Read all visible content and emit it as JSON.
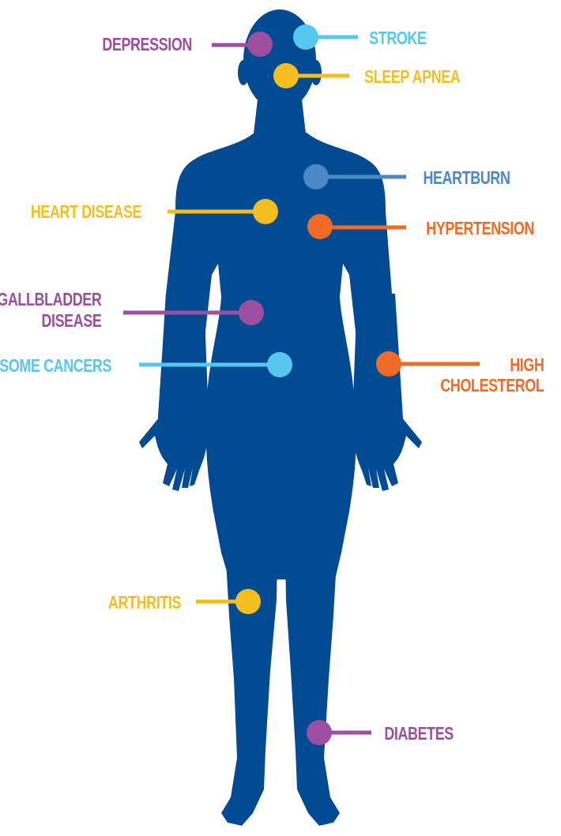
{
  "colors": {
    "body": "#024b93",
    "purple": "#9c4f9f",
    "light_blue": "#56c8f0",
    "yellow": "#f4be22",
    "steel_blue": "#4b88c6",
    "orange": "#f16a26"
  },
  "conditions": [
    {
      "id": "depression",
      "label": [
        "DEPRESSION"
      ],
      "color": "#9c4f9f"
    },
    {
      "id": "stroke",
      "label": [
        "STROKE"
      ],
      "color": "#56c8f0"
    },
    {
      "id": "sleep-apnea",
      "label": [
        "SLEEP APNEA"
      ],
      "color": "#f4be22"
    },
    {
      "id": "heartburn",
      "label": [
        "HEARTBURN"
      ],
      "color": "#4b88c6"
    },
    {
      "id": "heart-disease",
      "label": [
        "HEART DISEASE"
      ],
      "color": "#f4be22"
    },
    {
      "id": "hypertension",
      "label": [
        "HYPERTENSION"
      ],
      "color": "#f16a26"
    },
    {
      "id": "gallbladder-disease",
      "label": [
        "GALLBLADDER",
        "DISEASE"
      ],
      "color": "#9c4f9f"
    },
    {
      "id": "some-cancers",
      "label": [
        "SOME CANCERS"
      ],
      "color": "#56c8f0"
    },
    {
      "id": "high-cholesterol",
      "label": [
        "HIGH",
        "CHOLESTEROL"
      ],
      "color": "#f16a26"
    },
    {
      "id": "arthritis",
      "label": [
        "ARTHRITIS"
      ],
      "color": "#f4be22"
    },
    {
      "id": "diabetes",
      "label": [
        "DIABETES"
      ],
      "color": "#9c4f9f"
    }
  ]
}
